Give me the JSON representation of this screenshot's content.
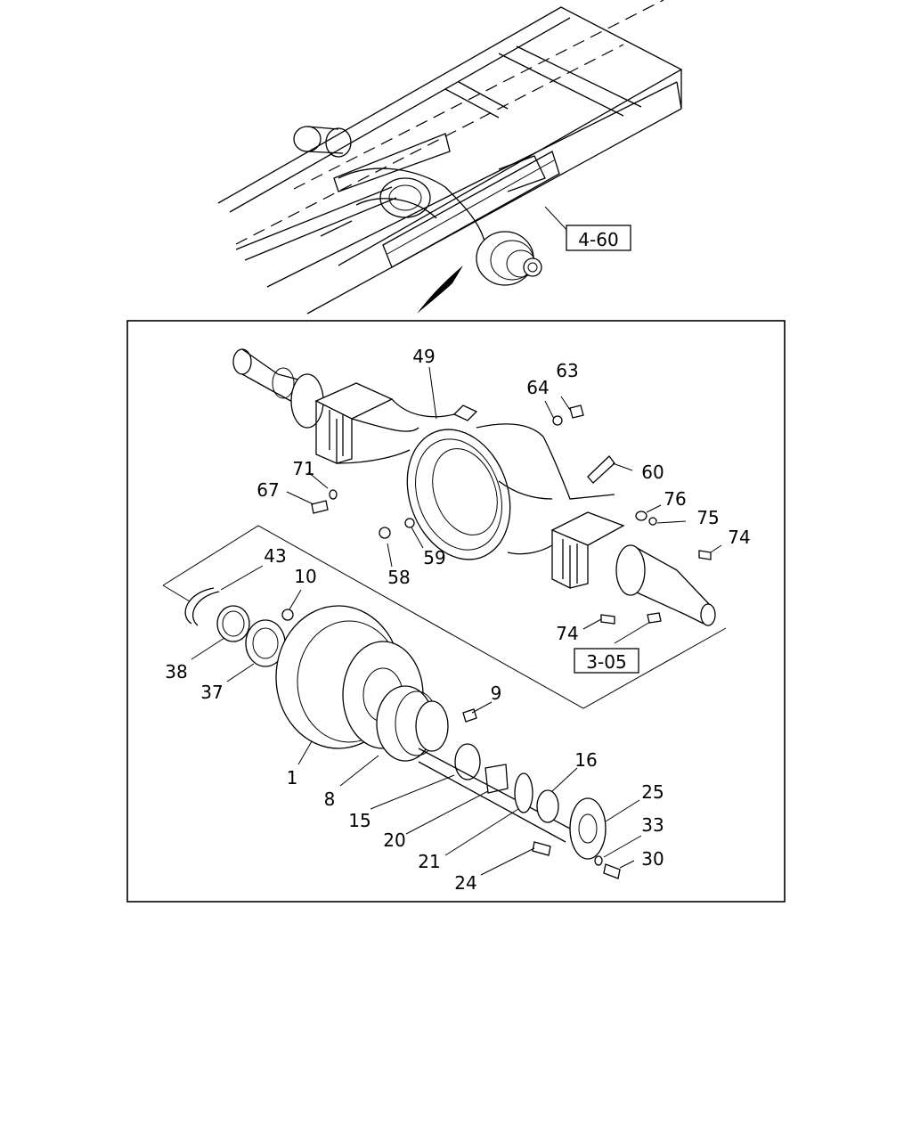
{
  "diagram": {
    "references": {
      "frame_ref": "4-60",
      "axle_ref": "3-05"
    },
    "callouts": {
      "p1": "1",
      "p8": "8",
      "p9": "9",
      "p10": "10",
      "p15": "15",
      "p16": "16",
      "p20": "20",
      "p21": "21",
      "p24": "24",
      "p25": "25",
      "p30": "30",
      "p33": "33",
      "p37": "37",
      "p38": "38",
      "p43": "43",
      "p49": "49",
      "p58": "58",
      "p59": "59",
      "p60": "60",
      "p63": "63",
      "p64": "64",
      "p67": "67",
      "p71": "71",
      "p74a": "74",
      "p74b": "74",
      "p75": "75",
      "p76": "76"
    }
  }
}
